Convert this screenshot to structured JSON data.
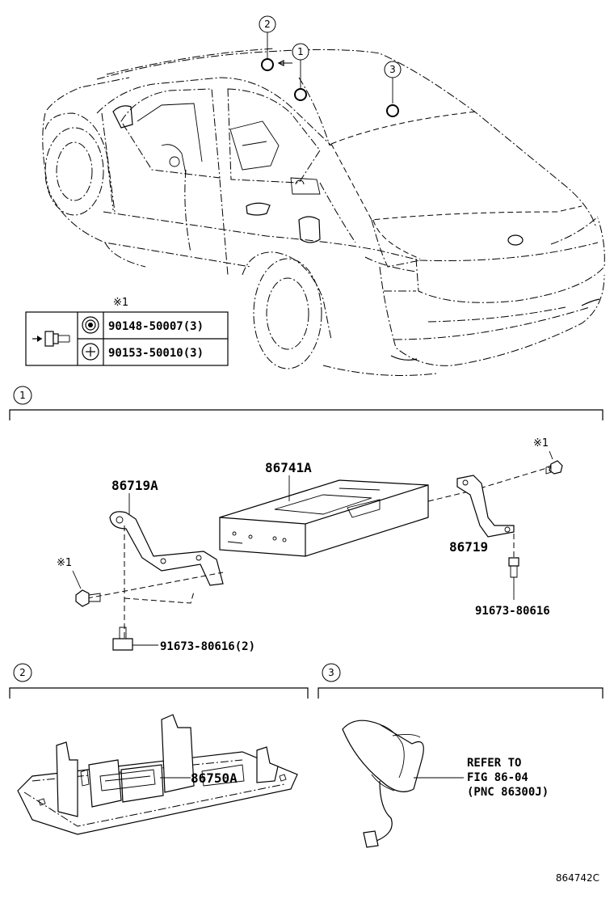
{
  "overview": {
    "callouts": [
      {
        "num": "1"
      },
      {
        "num": "2"
      },
      {
        "num": "3"
      }
    ]
  },
  "fastener_table": {
    "note_mark": "※1",
    "rows": [
      {
        "part_number": "90148-50007(3)"
      },
      {
        "part_number": "90153-50010(3)"
      }
    ]
  },
  "section1": {
    "num": "1",
    "parts": {
      "amplifier": "86741A",
      "bracket_left": "86719A",
      "bracket_right": "86719",
      "bolt_right": "91673-80616",
      "bolt_left": "91673-80616(2)"
    },
    "note_left": "※1",
    "note_right": "※1"
  },
  "section2": {
    "num": "2",
    "parts": {
      "console_unit": "86750A"
    }
  },
  "section3": {
    "num": "3",
    "refer_line1": "REFER TO",
    "refer_line2": "FIG 86-04",
    "refer_line3": "(PNC 86300J)"
  },
  "figure_code": "864742C"
}
